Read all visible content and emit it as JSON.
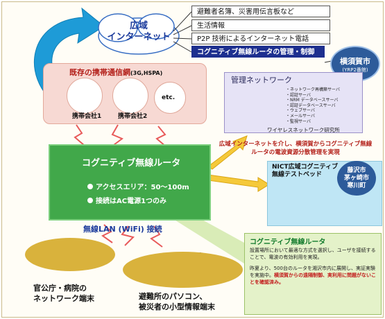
{
  "internet": {
    "line1": "広域",
    "line2": "インターネット"
  },
  "services": [
    "避難者名簿、災害用伝言板など",
    "生活情報",
    "P2P 技術によるインターネット電話",
    "コグニティブ無線ルータの管理・制御"
  ],
  "yokosuka": {
    "name": "横須賀市",
    "sub": "(YRP2番館)"
  },
  "carrier_network": {
    "title": "既存の携帯通信網",
    "title_note": "(3G,HSPA)",
    "carriers": [
      "携帯会社1",
      "携帯会社2",
      "etc."
    ]
  },
  "management_network": {
    "title": "管理ネットワーク",
    "servers": [
      "・ネットワーク再構築サーバ",
      "・認証サーバ",
      "・NRM データベースサーバ",
      "・認証データベースサーバ",
      "・ウェブサーバ",
      "・メールサーバ",
      "・監視サーバ"
    ],
    "lab": "ワイヤレスネットワーク研究所"
  },
  "caption": "広域インターネットを介し、横須賀からコグニティブ無線ルータの電波資源分散管理を実現",
  "router": {
    "title": "コグニティブ無線ルータ",
    "features": [
      "アクセスエリア：50～100m",
      "接続はAC電源1つのみ"
    ]
  },
  "testbed": {
    "title_line1": "NICT広域コグニティブ",
    "title_line2": "無線テストベッド",
    "city_line1": "藤沢市",
    "city_line2": "茅ヶ崎市",
    "city_line3": "寒川町"
  },
  "wlan_label": "無線LAN (WiFi) 接続",
  "info_box": {
    "title": "コグニティブ無線ルータ",
    "paragraph1": "設置場所において最適な方式を選択し、ユーザを接続することで、電波の有効利用を実現。",
    "paragraph2_plain": "昨夏より、500台のルータを湘沢市内に展開し、実証実験を実施中。",
    "paragraph2_red": "横須賀からの遠隔制御、実利用に問題がないことを確認済み。"
  },
  "terminals": {
    "office_line1": "官公庁・病院の",
    "office_line2": "ネットワーク端末",
    "shelter_line1": "避難所のパソコン、",
    "shelter_line2": "被災者の小型情報端末"
  },
  "colors": {
    "accent_blue": "#1d2f8f",
    "router_green": "#41a84a",
    "alert_red": "#c2191a",
    "arrow_blue": "#1e9bd7",
    "arrow_yellow": "#f5c93a"
  }
}
